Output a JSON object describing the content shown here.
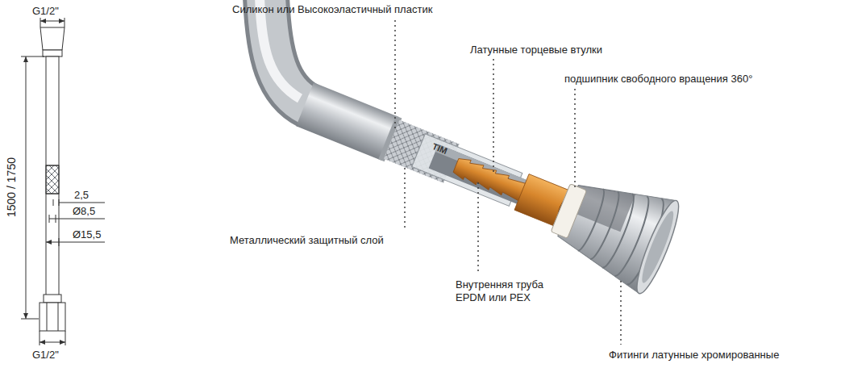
{
  "diagram": {
    "labels": [
      "G1/2\"",
      "1500 / 1750",
      "2,5",
      "Ø8,5",
      "Ø15,5",
      "G1/2\"",
      "Силикон или Высокоэластичный пластик",
      "Латунные торцевые втулки",
      "подшипник свободного вращения 360°",
      "Металлический защитный слой",
      "Внутренняя труба EPDM или PEX",
      "Фитинги латунные хромированные",
      "TIM"
    ]
  }
}
